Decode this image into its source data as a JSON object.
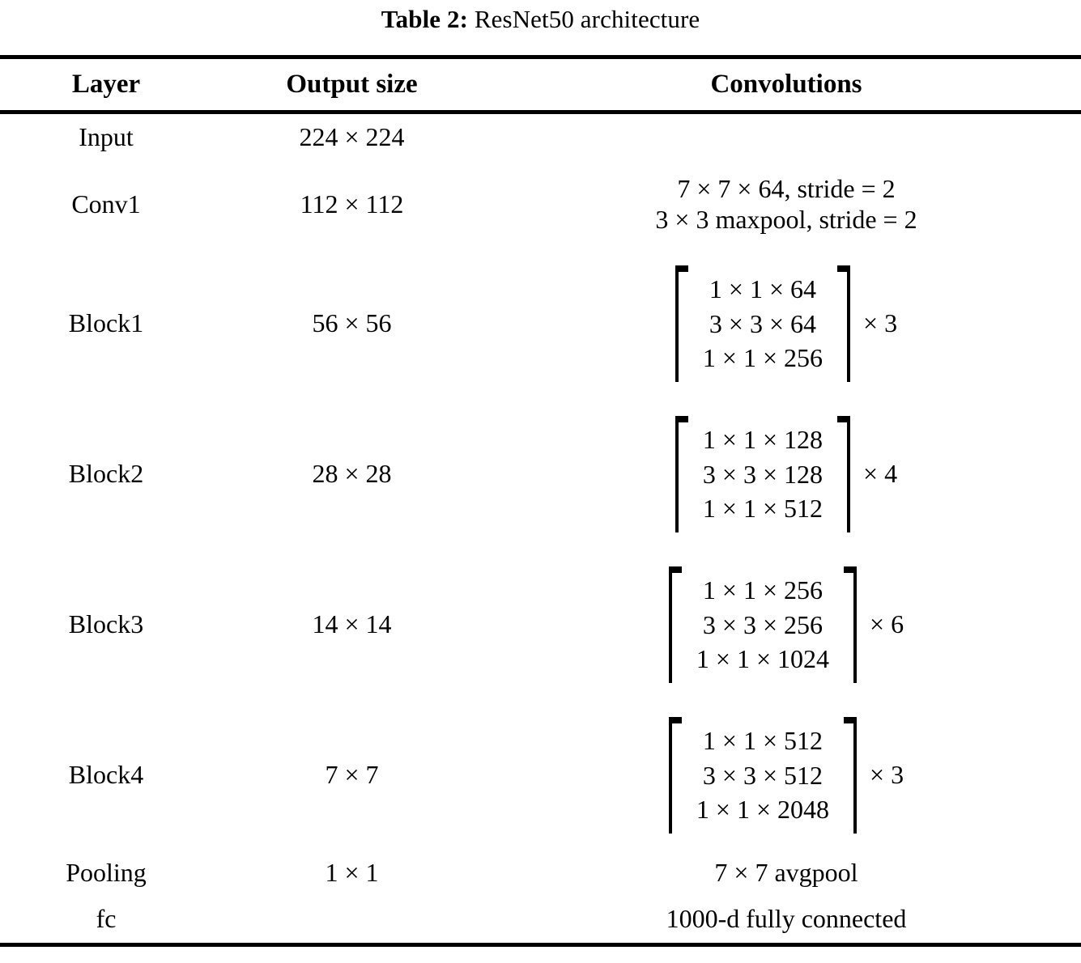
{
  "caption": {
    "label": "Table 2:",
    "text": "ResNet50 architecture"
  },
  "table": {
    "columns": [
      {
        "key": "layer",
        "header": "Layer"
      },
      {
        "key": "output_size",
        "header": "Output size"
      },
      {
        "key": "convolutions",
        "header": "Convolutions"
      }
    ],
    "rows": [
      {
        "layer": "Input",
        "output_size": "224 × 224",
        "conv_lines": []
      },
      {
        "layer": "Conv1",
        "output_size": "112 × 112",
        "conv_lines": [
          "7 × 7 × 64, stride = 2",
          "3 × 3 maxpool, stride = 2"
        ]
      },
      {
        "layer": "Block1",
        "output_size": "56 × 56",
        "matrix": [
          "1 × 1 × 64",
          "3 × 3 × 64",
          "1 × 1 × 256"
        ],
        "multiplier": "× 3"
      },
      {
        "layer": "Block2",
        "output_size": "28 × 28",
        "matrix": [
          "1 × 1 × 128",
          "3 × 3 × 128",
          "1 × 1 × 512"
        ],
        "multiplier": "× 4"
      },
      {
        "layer": "Block3",
        "output_size": "14 × 14",
        "matrix": [
          "1 × 1 × 256",
          "3 × 3 × 256",
          "1 × 1 × 1024"
        ],
        "multiplier": "× 6"
      },
      {
        "layer": "Block4",
        "output_size": "7 × 7",
        "matrix": [
          "1 × 1 × 512",
          "3 × 3 × 512",
          "1 × 1 × 2048"
        ],
        "multiplier": "× 3"
      },
      {
        "layer": "Pooling",
        "output_size": "1 × 1",
        "conv_lines": [
          "7 × 7 avgpool"
        ]
      },
      {
        "layer": "fc",
        "output_size": "",
        "conv_lines": [
          "1000-d fully connected"
        ]
      }
    ]
  },
  "style": {
    "rule_color": "#000000",
    "text_color": "#000000",
    "background": "#ffffff"
  }
}
